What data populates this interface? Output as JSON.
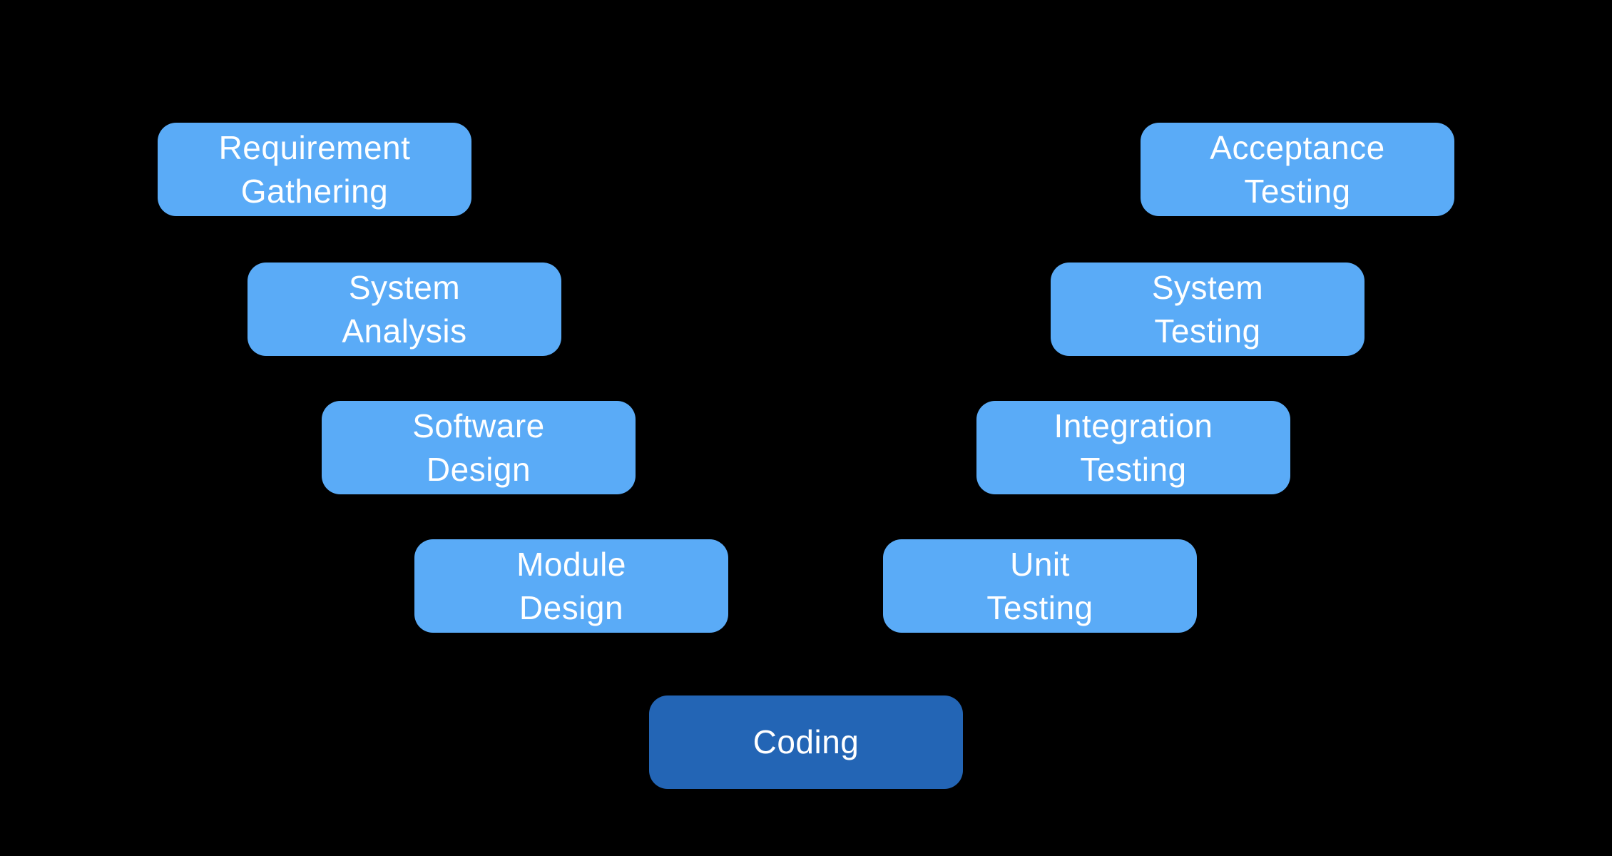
{
  "diagram": {
    "kind": "v-model-sdlc",
    "colors": {
      "background": "#000000",
      "phase_fill": "#5aabf7",
      "coding_fill": "#2365b5",
      "text": "#ffffff"
    },
    "boxes": [
      {
        "id": "requirement-gathering",
        "line1": "Requirement",
        "line2": "Gathering",
        "fill": "#5aabf7"
      },
      {
        "id": "system-analysis",
        "line1": "System",
        "line2": "Analysis",
        "fill": "#5aabf7"
      },
      {
        "id": "software-design",
        "line1": "Software",
        "line2": "Design",
        "fill": "#5aabf7"
      },
      {
        "id": "module-design",
        "line1": "Module",
        "line2": "Design",
        "fill": "#5aabf7"
      },
      {
        "id": "coding",
        "line1": "Coding",
        "line2": "",
        "fill": "#2365b5"
      },
      {
        "id": "unit-testing",
        "line1": "Unit",
        "line2": "Testing",
        "fill": "#5aabf7"
      },
      {
        "id": "integration-testing",
        "line1": "Integration",
        "line2": "Testing",
        "fill": "#5aabf7"
      },
      {
        "id": "system-testing",
        "line1": "System",
        "line2": "Testing",
        "fill": "#5aabf7"
      },
      {
        "id": "acceptance-testing",
        "line1": "Acceptance",
        "line2": "Testing",
        "fill": "#5aabf7"
      }
    ]
  }
}
